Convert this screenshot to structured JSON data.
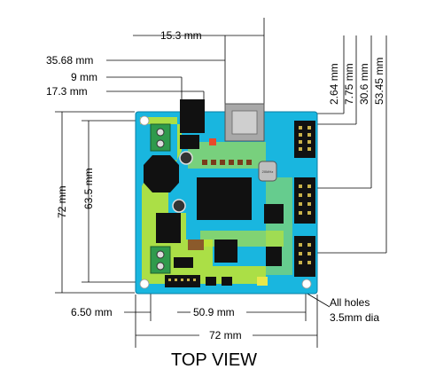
{
  "dimensions": {
    "top_width": "15.3 mm",
    "left_offset_1": "35.68 mm",
    "left_offset_2": "9 mm",
    "left_offset_3": "17.3 mm",
    "right_1": "2.64 mm",
    "right_2": "7.75 mm",
    "right_3": "30.6 mm",
    "right_4": "53.45 mm",
    "height_total": "72 mm",
    "height_holes": "63.5 mm",
    "bottom_offset": "6.50 mm",
    "bottom_holes": "50.9 mm",
    "bottom_total": "72 mm"
  },
  "notes": {
    "holes_line1": "All holes",
    "holes_line2": "3.5mm dia"
  },
  "caption": "TOP VIEW",
  "board": {
    "color_board": "#19b6df",
    "color_green": "#c6e62c",
    "color_chip": "#111111",
    "color_terminal": "#2f9a4c"
  }
}
